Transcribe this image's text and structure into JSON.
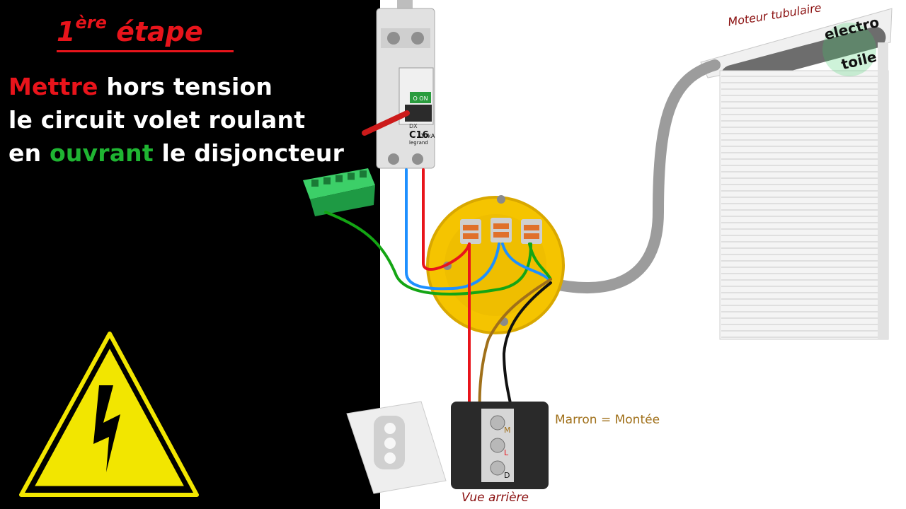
{
  "title": {
    "step_number": "1",
    "step_suffix": "ère",
    "step_word": "étape"
  },
  "instructions": {
    "line1_red": "Mettre",
    "line1_rest": " hors tension",
    "line2": "le circuit volet roulant",
    "line3_start": "en ",
    "line3_green": "ouvrant",
    "line3_end": " le disjoncteur"
  },
  "breaker": {
    "on_label": "O  ON",
    "rating": "C16",
    "brand_top": "DX",
    "breaking_capacity": "10kA",
    "brand": "legrand"
  },
  "motor_label": "Moteur tubulaire",
  "watermark": {
    "line1": "electro",
    "line2": "toile"
  },
  "terminal_labels": [
    "M",
    "L",
    "D"
  ],
  "legend_text": "Marron = Montée",
  "rear_view_caption": "Vue arrière",
  "colors": {
    "red_wire": "#e8141b",
    "blue_wire": "#1e90ff",
    "green_wire": "#14a514",
    "brown_wire": "#a0701a",
    "black_wire": "#111111",
    "box_yellow": "#f5c400",
    "terminal_green": "#2ebd55"
  },
  "icons": [
    "high-voltage-warning-icon",
    "circuit-breaker",
    "junction-box",
    "wall-switch",
    "roller-shutter"
  ]
}
